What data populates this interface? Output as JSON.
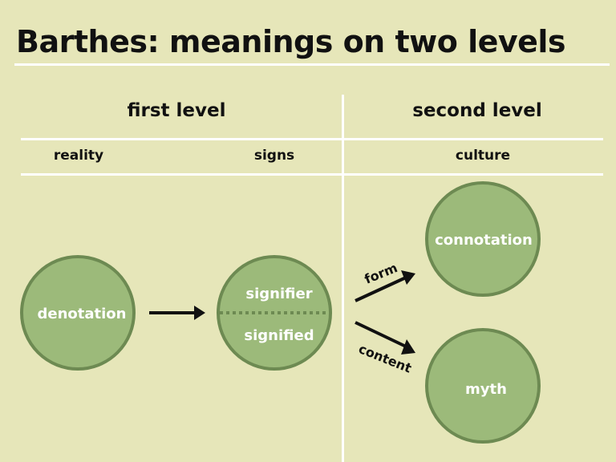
{
  "title": "Barthes: meanings on two levels",
  "columns": {
    "first_level": "first level",
    "second_level": "second level"
  },
  "subheaders": {
    "reality": "reality",
    "signs": "signs",
    "culture": "culture"
  },
  "nodes": {
    "denotation": "denotation",
    "signifier": "signifier",
    "signified": "signified",
    "connotation": "connotation",
    "myth": "myth"
  },
  "arrows": {
    "form": "form",
    "content": "content"
  },
  "colors": {
    "background": "#e6e6b9",
    "circle_fill": "#9cba7a",
    "circle_stroke": "#6d8a52",
    "lines": "#ffffff",
    "text_dark": "#111111"
  }
}
